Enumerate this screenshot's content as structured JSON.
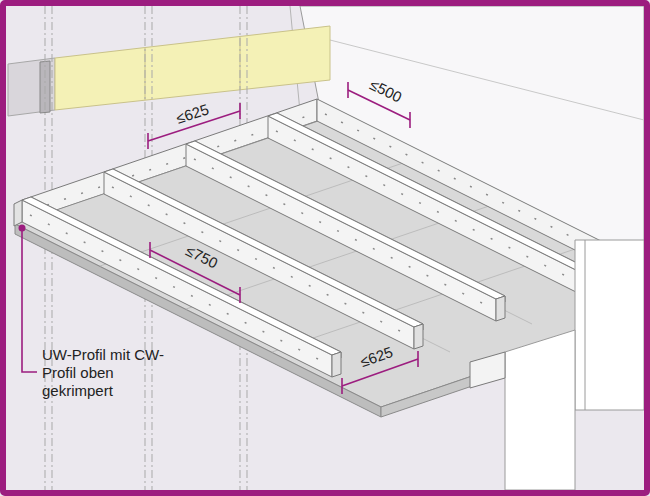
{
  "diagram": {
    "labels": [
      "≤625",
      "≤500",
      "≤750",
      "≤625",
      "UW-Profil mit CW-Profil oben gekrimpert"
    ]
  }
}
